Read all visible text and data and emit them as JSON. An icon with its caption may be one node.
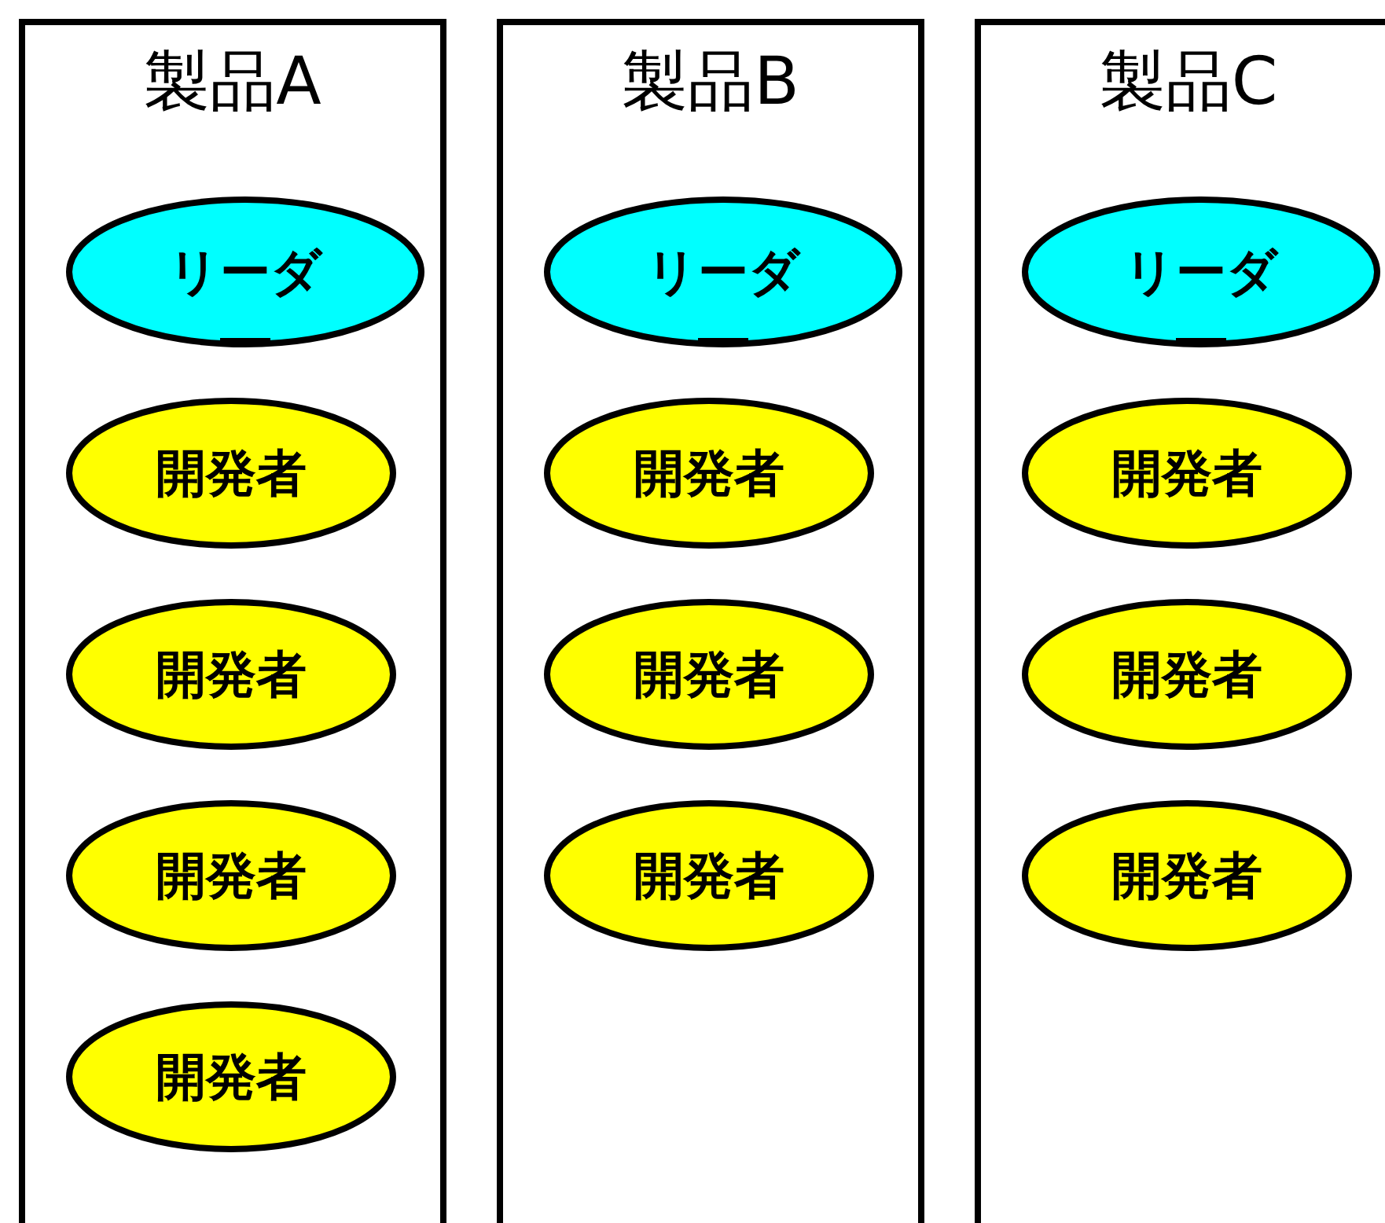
{
  "diagram": {
    "nodes": [
      {
        "text": [
          "製品A"
        ]
      },
      {
        "text": [
          "リーダ"
        ],
        "in": 0
      },
      {
        "text": [
          "開発者"
        ],
        "in": 0
      },
      {
        "text": [
          "開発者"
        ],
        "in": 0
      },
      {
        "text": [
          "開発者"
        ],
        "in": 0
      },
      {
        "text": [
          "開発者"
        ],
        "in": 0
      },
      {
        "text": [
          "製品B"
        ]
      },
      {
        "text": [
          "リーダ"
        ],
        "in": 6
      },
      {
        "text": [
          "開発者"
        ],
        "in": 6
      },
      {
        "text": [
          "開発者"
        ],
        "in": 6
      },
      {
        "text": [
          "開発者"
        ],
        "in": 6
      },
      {
        "text": [
          "製品C"
        ]
      },
      {
        "text": [
          "リーダ"
        ],
        "in": 11
      },
      {
        "text": [
          "開発者"
        ],
        "in": 11
      },
      {
        "text": [
          "開発者"
        ],
        "in": 11
      },
      {
        "text": [
          "開発者"
        ],
        "in": 11
      }
    ]
  }
}
